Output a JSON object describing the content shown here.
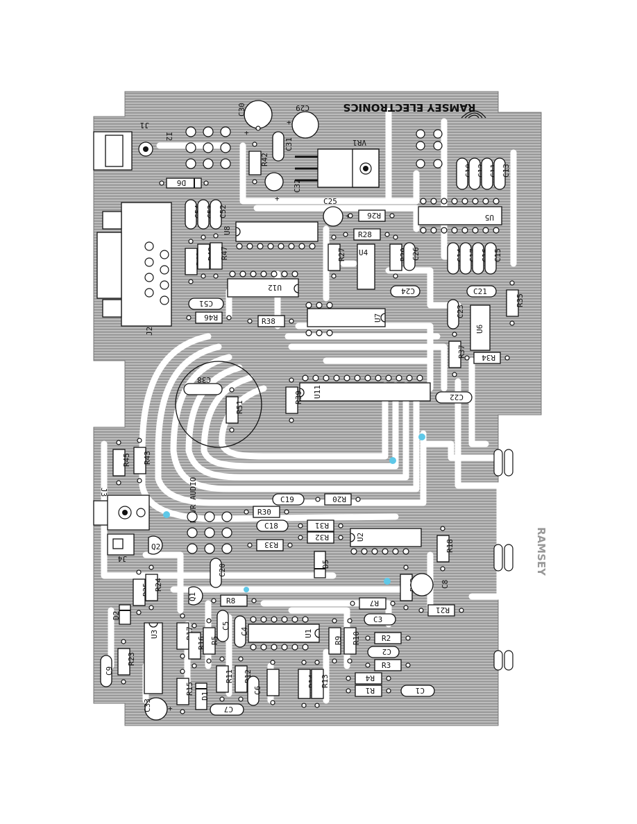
{
  "board": {
    "title": "RAMSEY ELECTRONICS",
    "footer_logo": "RAMSEY",
    "audio_label": "RCVR AUDIO"
  },
  "connectors": {
    "j1": "J1",
    "j2": "J2",
    "j3": "J3",
    "j4": "J4",
    "i2": "I2",
    "vr1": "VR1"
  },
  "chips": {
    "u1": "U1",
    "u2": "U2",
    "u3": "U3",
    "u4": "U4",
    "u5": "U5",
    "u6": "U6",
    "u7": "U7",
    "u8": "U8",
    "u11": "U11",
    "u12": "U12"
  },
  "transistors": {
    "q1": "Q1",
    "q2": "Q2"
  },
  "diodes": {
    "d1": "D1",
    "d2": "D2",
    "d5": "D5",
    "d6": "D6"
  },
  "capacitors": {
    "c1": "C1",
    "c2": "C2",
    "c3": "C3",
    "c4": "C4",
    "c5": "C5",
    "c6": "C6",
    "c7": "C7",
    "c8": "C8",
    "c9": "C9",
    "c10": "C10",
    "c11": "C11",
    "c12": "C12",
    "c13": "C13",
    "c14": "C14",
    "c15": "C15",
    "c16": "C16",
    "c17": "C17",
    "c18": "C18",
    "c19": "C19",
    "c20": "C20",
    "c21": "C21",
    "c22": "C22",
    "c23": "C23",
    "c24": "C24",
    "c25": "C25",
    "c26": "C26",
    "c29": "C29",
    "c30": "C30",
    "c31": "C31",
    "c32": "C32",
    "c33": "C33",
    "c38": "C38",
    "c51": "C51",
    "c52": "C52",
    "c53": "C53",
    "c54": "C54"
  },
  "resistors": {
    "r1": "R1",
    "r2": "R2",
    "r3": "R3",
    "r4": "R4",
    "r5": "R5",
    "r7": "R7",
    "r8": "R8",
    "r9": "R9",
    "r10": "R10",
    "r11": "R11",
    "r12": "R12",
    "r13": "R13",
    "r14": "R14",
    "r15": "R15",
    "r16": "R16",
    "r17": "R17",
    "r18": "R18",
    "r20": "R20",
    "r21": "R21",
    "r22": "R22",
    "r23": "R23",
    "r24": "R24",
    "r25": "R25",
    "r26": "R26",
    "r27": "R27",
    "r28": "R28",
    "r29": "R29",
    "r30": "R30",
    "r31": "R31",
    "r32": "R32",
    "r33": "R33",
    "r34": "R34",
    "r35": "R35",
    "r37": "R37",
    "r38": "R38",
    "r39": "R39",
    "r42": "R42",
    "r43": "R43",
    "r45": "R45",
    "r46": "R46",
    "r47": "R47",
    "r48": "R48",
    "r49": "R49",
    "r51": "R51"
  },
  "colors": {
    "copper": "#8c8c8c",
    "silk": "#111111",
    "via": "#5ec8e8"
  }
}
